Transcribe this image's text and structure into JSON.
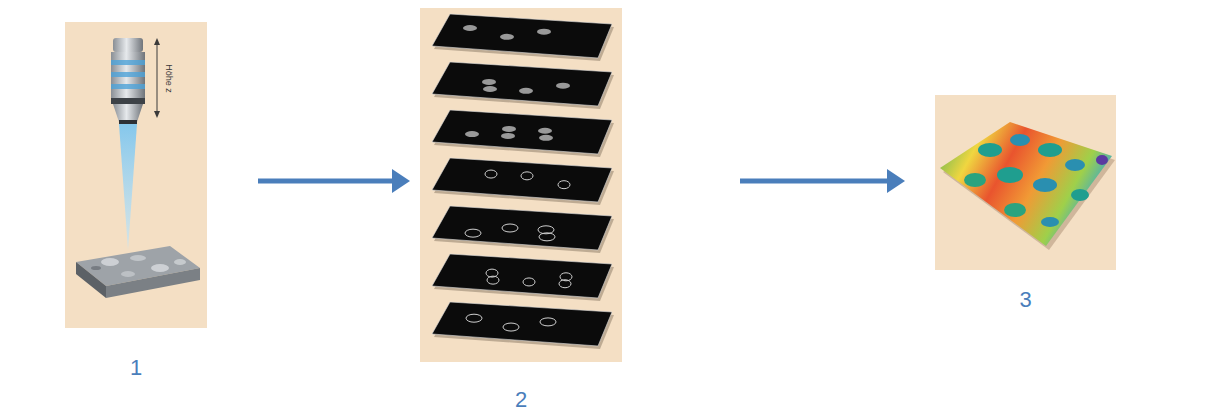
{
  "diagram": {
    "nodes": [
      {
        "text": [
          "1"
        ]
      },
      {
        "text": [
          "2"
        ]
      },
      {
        "text": [
          "3"
        ]
      }
    ],
    "edges": [
      {
        "from": 0,
        "to": 1,
        "arrow": "to"
      },
      {
        "from": 1,
        "to": 2,
        "arrow": "to"
      }
    ],
    "labels": [
      "Höhe z"
    ]
  }
}
